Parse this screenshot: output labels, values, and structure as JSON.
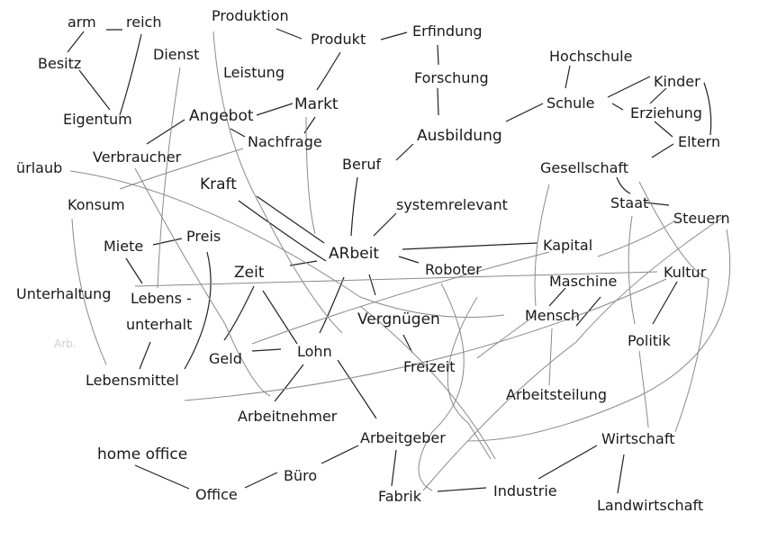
{
  "title": "Arbeit",
  "words": {
    "arm": "arm",
    "reich": "reich",
    "besitz": "Besitz",
    "eigentum": "Eigentum",
    "dienst": "Dienst",
    "produktion": "Produktion",
    "produkt": "Produkt",
    "erfindung": "Erfindung",
    "forschung": "Forschung",
    "ausbildung": "Ausbildung",
    "hochschule": "Hochschule",
    "schule": "Schule",
    "kinder": "Kinder",
    "erziehung": "Erziehung",
    "eltern": "Eltern",
    "leistung": "Leistung",
    "markt": "Markt",
    "angebot": "Angebot",
    "nachfrage": "Nachfrage",
    "verbraucher": "Verbraucher",
    "urlaub": "ürlaub",
    "konsum": "Konsum",
    "beruf": "Beruf",
    "gesellschaft": "Gesellschaft",
    "kraft": "Kraft",
    "systemrelevant": "systemrelevant",
    "staat": "Staat",
    "steuern": "Steuern",
    "miete": "Miete",
    "preis": "Preis",
    "arbeit": "ARbeit",
    "kapital": "Kapital",
    "roboter": "Roboter",
    "zeit": "Zeit",
    "kultur": "Kultur",
    "maschine": "Maschine",
    "unterhaltung": "Unterhaltung",
    "lebens": "Lebens -",
    "unterhalt": "unterhalt",
    "vergnuegen": "Vergnügen",
    "mensch": "Mensch",
    "politik": "Politik",
    "geld": "Geld",
    "lohn": "Lohn",
    "freizeit": "Freizeit",
    "lebensmittel": "Lebensmittel",
    "arbeitsteilung": "Arbeitsteilung",
    "arbeitnehmer": "Arbeitnehmer",
    "arbeitgeber": "Arbeitgeber",
    "wirtschaft": "Wirtschaft",
    "home_office": "home office",
    "buero": "Büro",
    "office": "Office",
    "fabrik": "Fabrik",
    "industrie": "Industrie",
    "landwirtschaft": "Landwirtschaft",
    "arb": "Arb."
  },
  "colors": {
    "ink": "#1a1a1a",
    "pencil": "#8a8a8a"
  }
}
